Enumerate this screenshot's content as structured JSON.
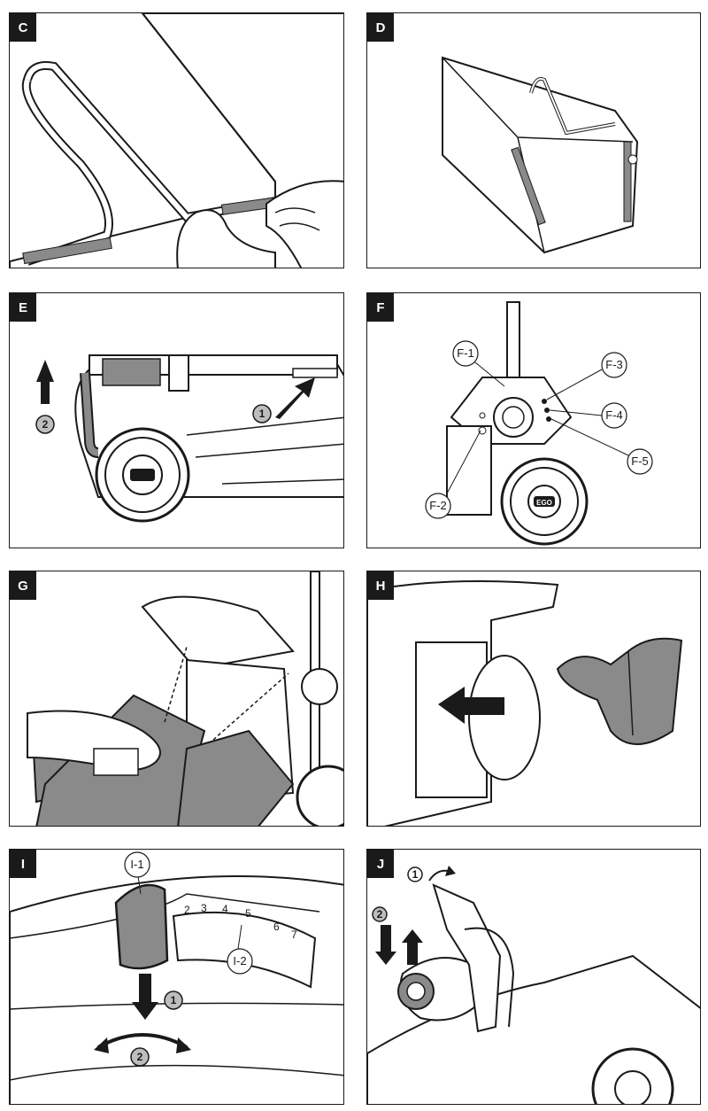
{
  "panels": {
    "c": {
      "label": "C"
    },
    "d": {
      "label": "D"
    },
    "e": {
      "label": "E",
      "steps": [
        "1",
        "2"
      ]
    },
    "f": {
      "label": "F",
      "callouts": [
        "F-1",
        "F-2",
        "F-3",
        "F-4",
        "F-5"
      ],
      "badge": "EGO"
    },
    "g": {
      "label": "G"
    },
    "h": {
      "label": "H"
    },
    "i": {
      "label": "I",
      "callouts": [
        "I-1",
        "I-2"
      ],
      "scale": [
        "2",
        "3",
        "4",
        "5",
        "6",
        "7"
      ],
      "steps": [
        "1",
        "2"
      ]
    },
    "j": {
      "label": "J",
      "steps": [
        "1",
        "2"
      ]
    }
  },
  "colors": {
    "ink": "#1a1a1a",
    "fill_gray": "#8a8a8a",
    "light_gray": "#bdbdbd"
  }
}
